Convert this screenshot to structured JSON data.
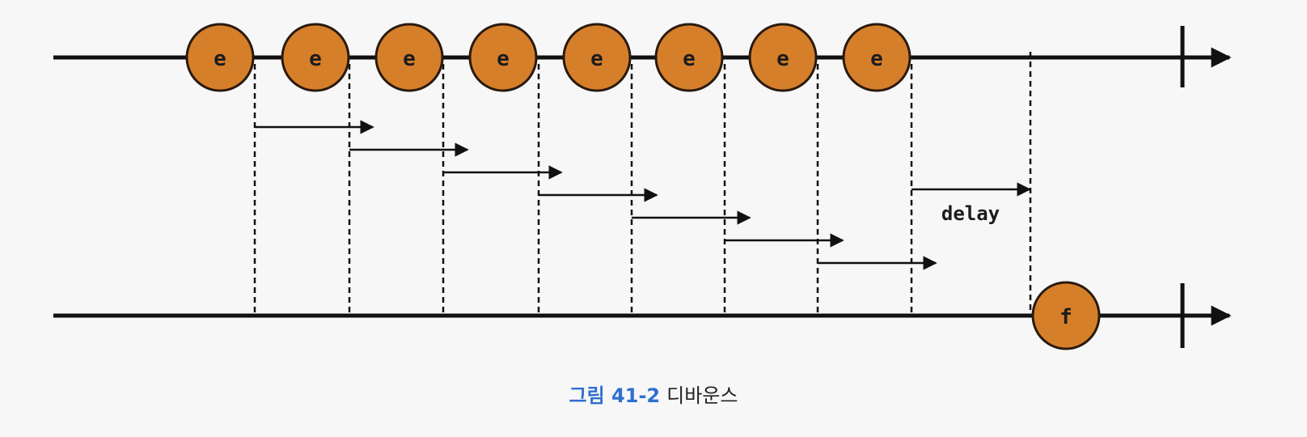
{
  "colors": {
    "event_fill": "#d67f2a",
    "event_stroke": "#2a1a0e",
    "line": "#111111",
    "caption_number": "#2f6fd0"
  },
  "events": {
    "label": "e",
    "count": 8
  },
  "fired": {
    "label": "f"
  },
  "delay_label": "delay",
  "caption": {
    "number": "그림 41-2",
    "title": "디바운스"
  }
}
